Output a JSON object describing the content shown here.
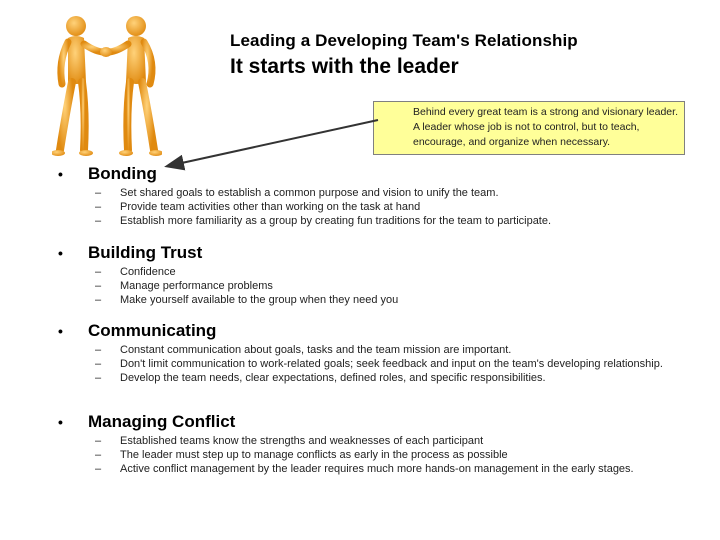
{
  "header": {
    "subtitle": "Leading a Developing Team's Relationship",
    "title": "It starts with the leader"
  },
  "callout": {
    "text": "Behind every great team is a strong and visionary leader. A leader whose job is not to control, but to teach, encourage, and organize when necessary."
  },
  "bullet_glyph": "•",
  "dash_glyph": "–",
  "sections": [
    {
      "heading": "Bonding",
      "items": [
        "Set shared goals to establish a common purpose and vision to unify the team.",
        "Provide team activities other than working on the task at hand",
        "Establish more familiarity as a group by creating fun traditions for the team to participate."
      ]
    },
    {
      "heading": "Building Trust",
      "items": [
        "Confidence",
        "Manage performance problems",
        "Make yourself available to the group when they need you"
      ]
    },
    {
      "heading": "Communicating",
      "items": [
        "Constant communication about goals, tasks and the team mission are important.",
        "Don't limit communication to work-related goals; seek feedback and input on the team's developing relationship.",
        "Develop the team needs, clear expectations, defined roles, and specific responsibilities."
      ]
    },
    {
      "heading": "Managing Conflict",
      "items": [
        "Established teams know the strengths and weaknesses of each participant",
        "The leader must step up to manage conflicts as early in the process as possible",
        "Active conflict management by the leader requires much more hands-on management in the early stages."
      ]
    }
  ],
  "colors": {
    "figure": "#f5a623",
    "callout_fill": "#ffff99",
    "arrow": "#333333"
  }
}
